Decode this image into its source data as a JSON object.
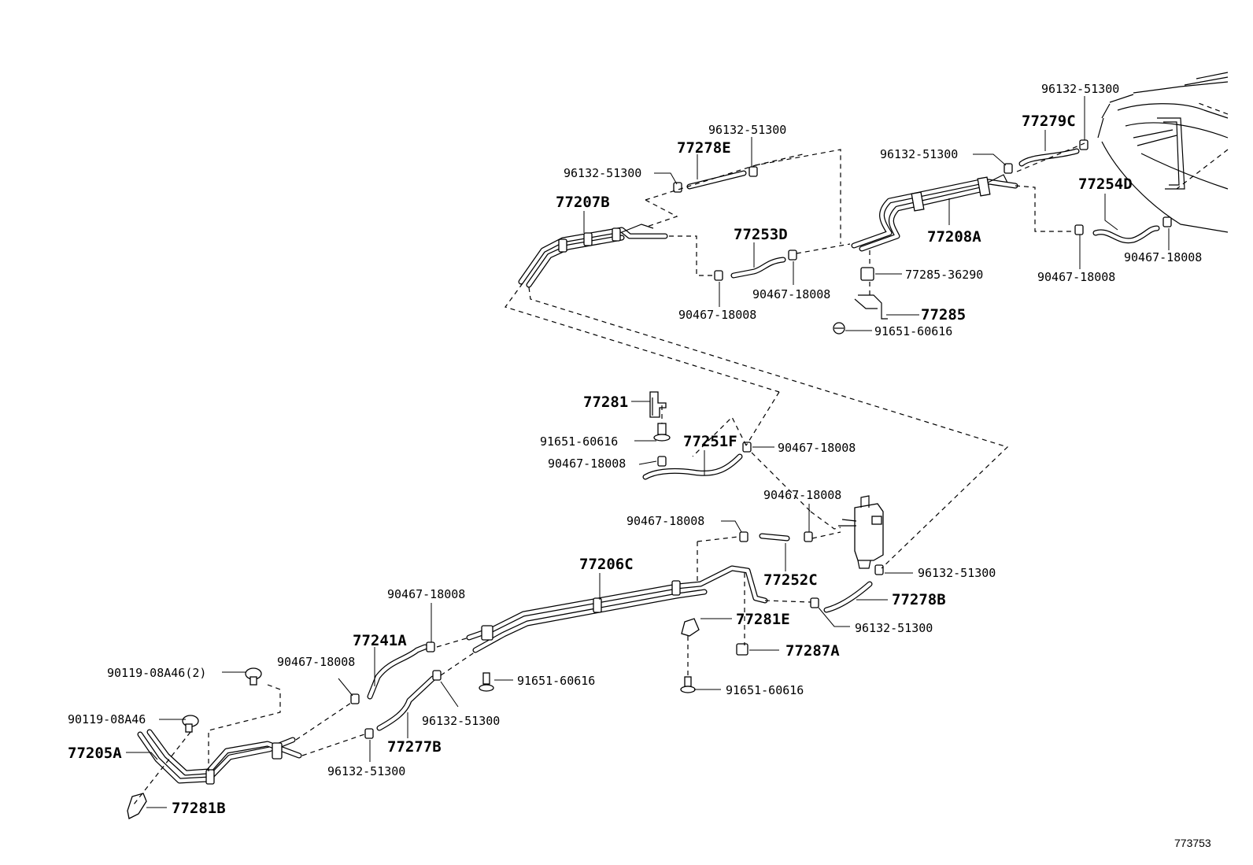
{
  "diagram_id": "773753",
  "labels": {
    "p96132_51300_top": "96132-51300",
    "p77279C": "77279C",
    "p96132_51300_a": "96132-51300",
    "p77278E": "77278E",
    "p96132_51300_b": "96132-51300",
    "p96132_51300_c": "96132-51300",
    "p77254D": "77254D",
    "p77207B": "77207B",
    "p77253D": "77253D",
    "p77208A": "77208A",
    "p90467_18008_r1": "90467-18008",
    "p90467_18008_r2": "90467-18008",
    "p77285_36290": "77285-36290",
    "p90467_18008_m1": "90467-18008",
    "p90467_18008_m2": "90467-18008",
    "p77285": "77285",
    "p91651_60616_a": "91651-60616",
    "p77281": "77281",
    "p91651_60616_b": "91651-60616",
    "p77251F": "77251F",
    "p90467_18008_c1": "90467-18008",
    "p90467_18008_c2": "90467-18008",
    "p90467_18008_c3": "90467-18008",
    "p90467_18008_c4": "90467-18008",
    "p77206C": "77206C",
    "p77252C": "77252C",
    "p96132_51300_d": "96132-51300",
    "p77278B": "77278B",
    "p90467_18008_l1": "90467-18008",
    "p77281E": "77281E",
    "p96132_51300_e": "96132-51300",
    "p77241A": "77241A",
    "p77287A": "77287A",
    "p90467_18008_l2": "90467-18008",
    "p91651_60616_c": "91651-60616",
    "p90119_08A46_2": "90119-08A46(2)",
    "p91651_60616_d": "91651-60616",
    "p96132_51300_f": "96132-51300",
    "p90119_08A46": "90119-08A46",
    "p77205A": "77205A",
    "p77277B": "77277B",
    "p96132_51300_g": "96132-51300",
    "p77281B": "77281B"
  }
}
